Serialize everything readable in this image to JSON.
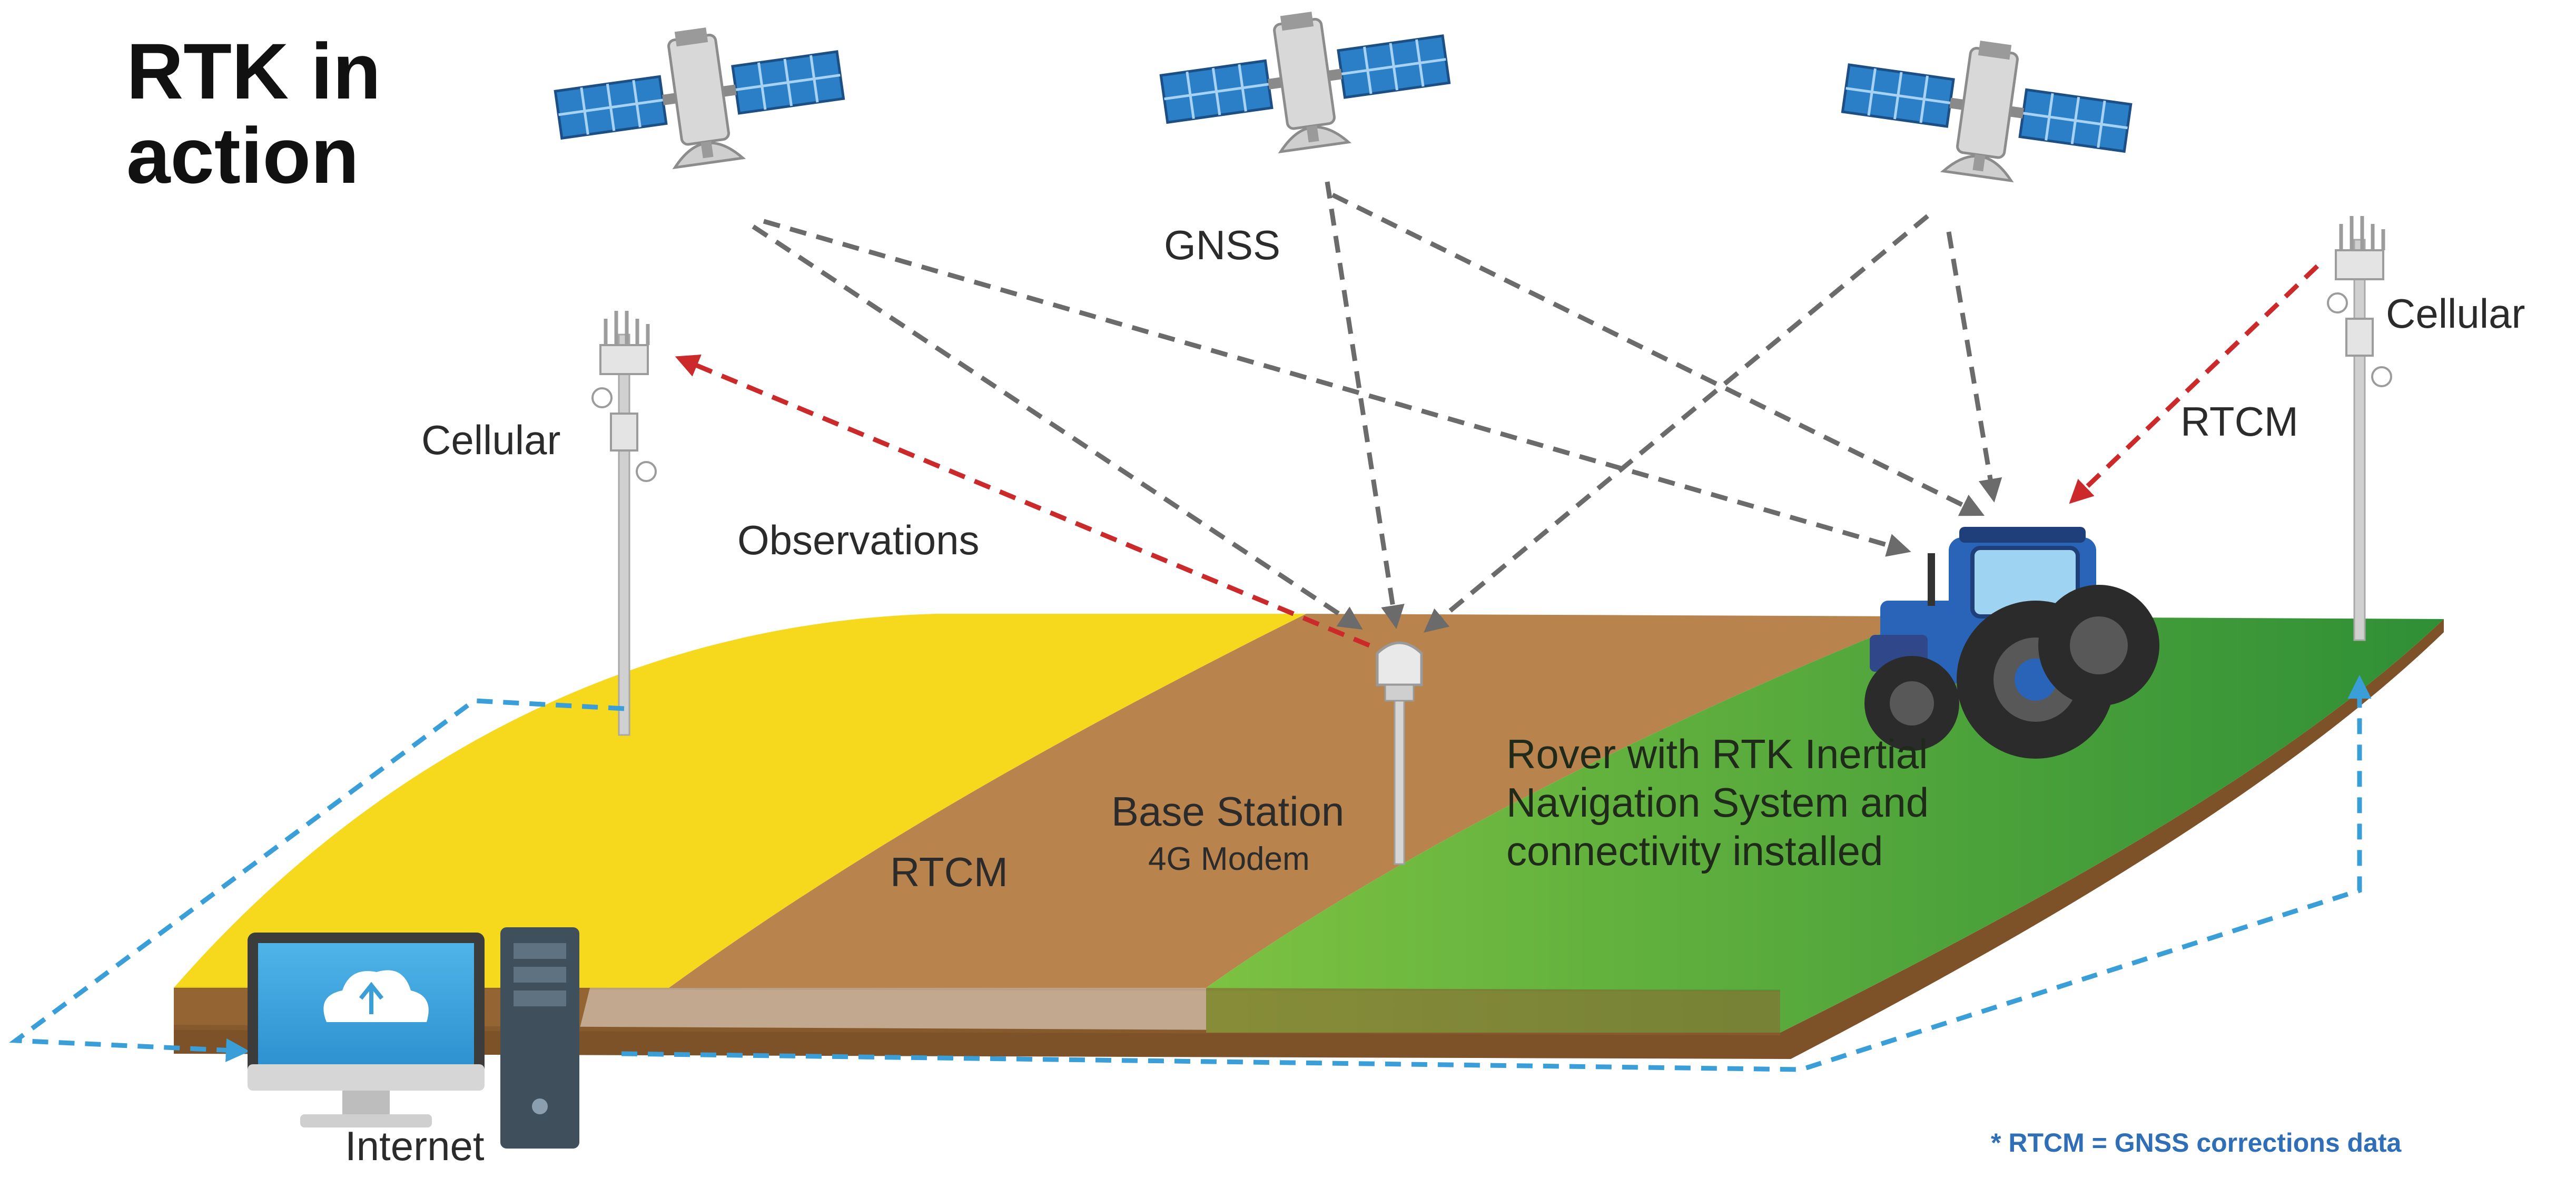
{
  "title": {
    "line1": "RTK in",
    "line2": "action"
  },
  "labels": {
    "gnss": "GNSS",
    "cellular_left": "Cellular",
    "cellular_right": "Cellular",
    "observations": "Observations",
    "rtcm_right": "RTCM",
    "rtcm_field": "RTCM",
    "base_station": "Base Station",
    "base_modem": "4G Modem",
    "rover_line1": "Rover with RTK Inertial",
    "rover_line2": "Navigation System and",
    "rover_line3": "connectivity installed",
    "internet": "Internet"
  },
  "footnote": "* RTCM = GNSS corrections data",
  "colors": {
    "field_yellow": "#f6d81c",
    "field_brown": "#b8834c",
    "field_green": "#3f9e3a",
    "gnss_arrow": "#6b6b6b",
    "observation_arrow": "#cc2a2a",
    "internet_link": "#3a9fd8",
    "solar_panel": "#2a7fc7",
    "tractor_blue": "#2a64b8"
  },
  "icons": [
    "satellite-icon",
    "cell-tower-icon",
    "gnss-antenna-icon",
    "tractor-icon",
    "computer-monitor-icon",
    "pc-tower-icon",
    "cloud-icon"
  ]
}
